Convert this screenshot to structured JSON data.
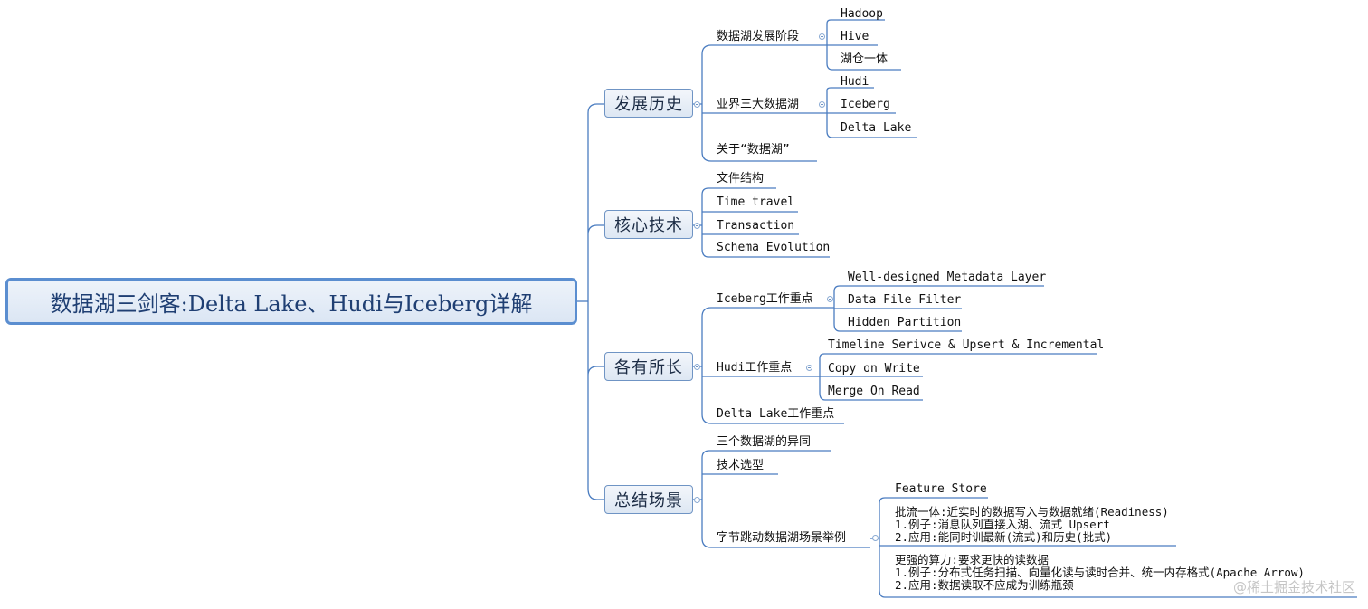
{
  "root": "数据湖三剑客:Delta Lake、Hudi与Iceberg详解",
  "branches": {
    "history": {
      "label": "发展历史",
      "stages": {
        "label": "数据湖发展阶段",
        "items": [
          "Hadoop",
          "Hive",
          "湖仓一体"
        ]
      },
      "big3": {
        "label": "业界三大数据湖",
        "items": [
          "Hudi",
          "Iceberg",
          "Delta Lake"
        ]
      },
      "about": "关于“数据湖”"
    },
    "core": {
      "label": "核心技术",
      "items": [
        "文件结构",
        "Time travel",
        "Transaction",
        "Schema Evolution"
      ]
    },
    "strengths": {
      "label": "各有所长",
      "iceberg": {
        "label": "Iceberg工作重点",
        "items": [
          "Well-designed Metadata Layer",
          "Data File Filter",
          "Hidden Partition"
        ]
      },
      "hudi": {
        "label": "Hudi工作重点",
        "items": [
          "Timeline Serivce & Upsert & Incremental",
          "Copy on Write",
          "Merge On Read"
        ]
      },
      "delta": "Delta Lake工作重点"
    },
    "summary": {
      "label": "总结场景",
      "diff": "三个数据湖的异同",
      "selection": "技术选型",
      "bytedance": {
        "label": "字节跳动数据湖场景举例",
        "feature_store": "Feature Store",
        "note1": [
          "批流一体:近实时的数据写入与数据就绪(Readiness)",
          "1.例子:消息队列直接入湖、流式 Upsert",
          "2.应用:能同时训最新(流式)和历史(批式)"
        ],
        "note2": [
          "更强的算力:要求更快的读数据",
          "1.例子:分布式任务扫描、向量化读与读时合并、统一内存格式(Apache Arrow)",
          "2.应用:数据读取不应成为训练瓶颈"
        ]
      }
    }
  },
  "watermark": "@稀土掘金技术社区"
}
